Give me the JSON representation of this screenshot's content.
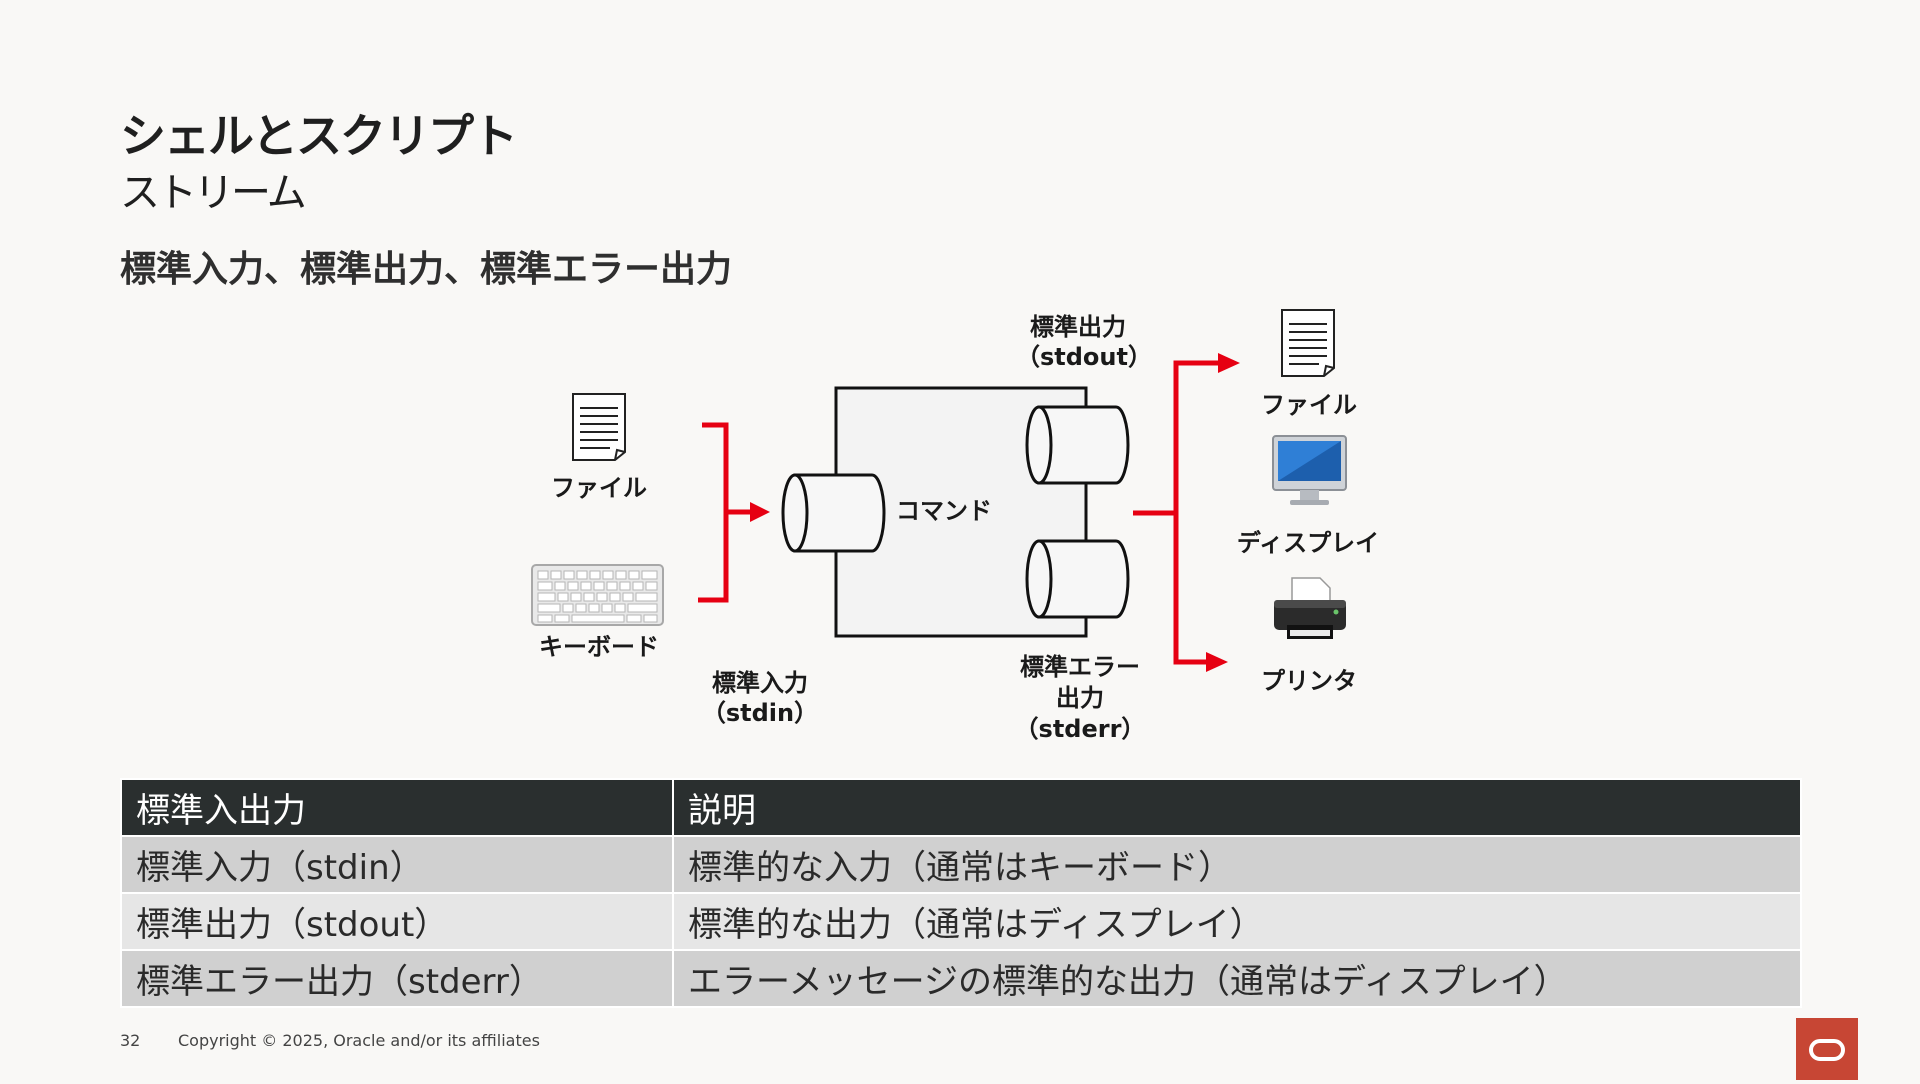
{
  "title": "シェルとスクリプト",
  "subtitle": "ストリーム",
  "heading": "標準入力、標準出力、標準エラー出力",
  "diagram": {
    "file_in": "ファイル",
    "keyboard": "キーボード",
    "stdin_label": "標準入力",
    "stdin_sub": "（stdin）",
    "command": "コマンド",
    "stdout_label": "標準出力",
    "stdout_sub": "（stdout）",
    "stderr_label_1": "標準エラー",
    "stderr_label_2": "出力",
    "stderr_sub": "（stderr）",
    "file_out": "ファイル",
    "display": "ディスプレイ",
    "printer": "プリンタ",
    "accent_color": "#e60012"
  },
  "table": {
    "headers": [
      "標準入出力",
      "説明"
    ],
    "rows": [
      [
        "標準入力（stdin）",
        "標準的な入力（通常はキーボード）"
      ],
      [
        "標準出力（stdout）",
        "標準的な出力（通常はディスプレイ）"
      ],
      [
        "標準エラー出力（stderr）",
        "エラーメッセージの標準的な出力（通常はディスプレイ）"
      ]
    ]
  },
  "footer": {
    "page": "32",
    "copyright": "Copyright © 2025, Oracle and/or its affiliates"
  },
  "brand_color": "#c74634"
}
